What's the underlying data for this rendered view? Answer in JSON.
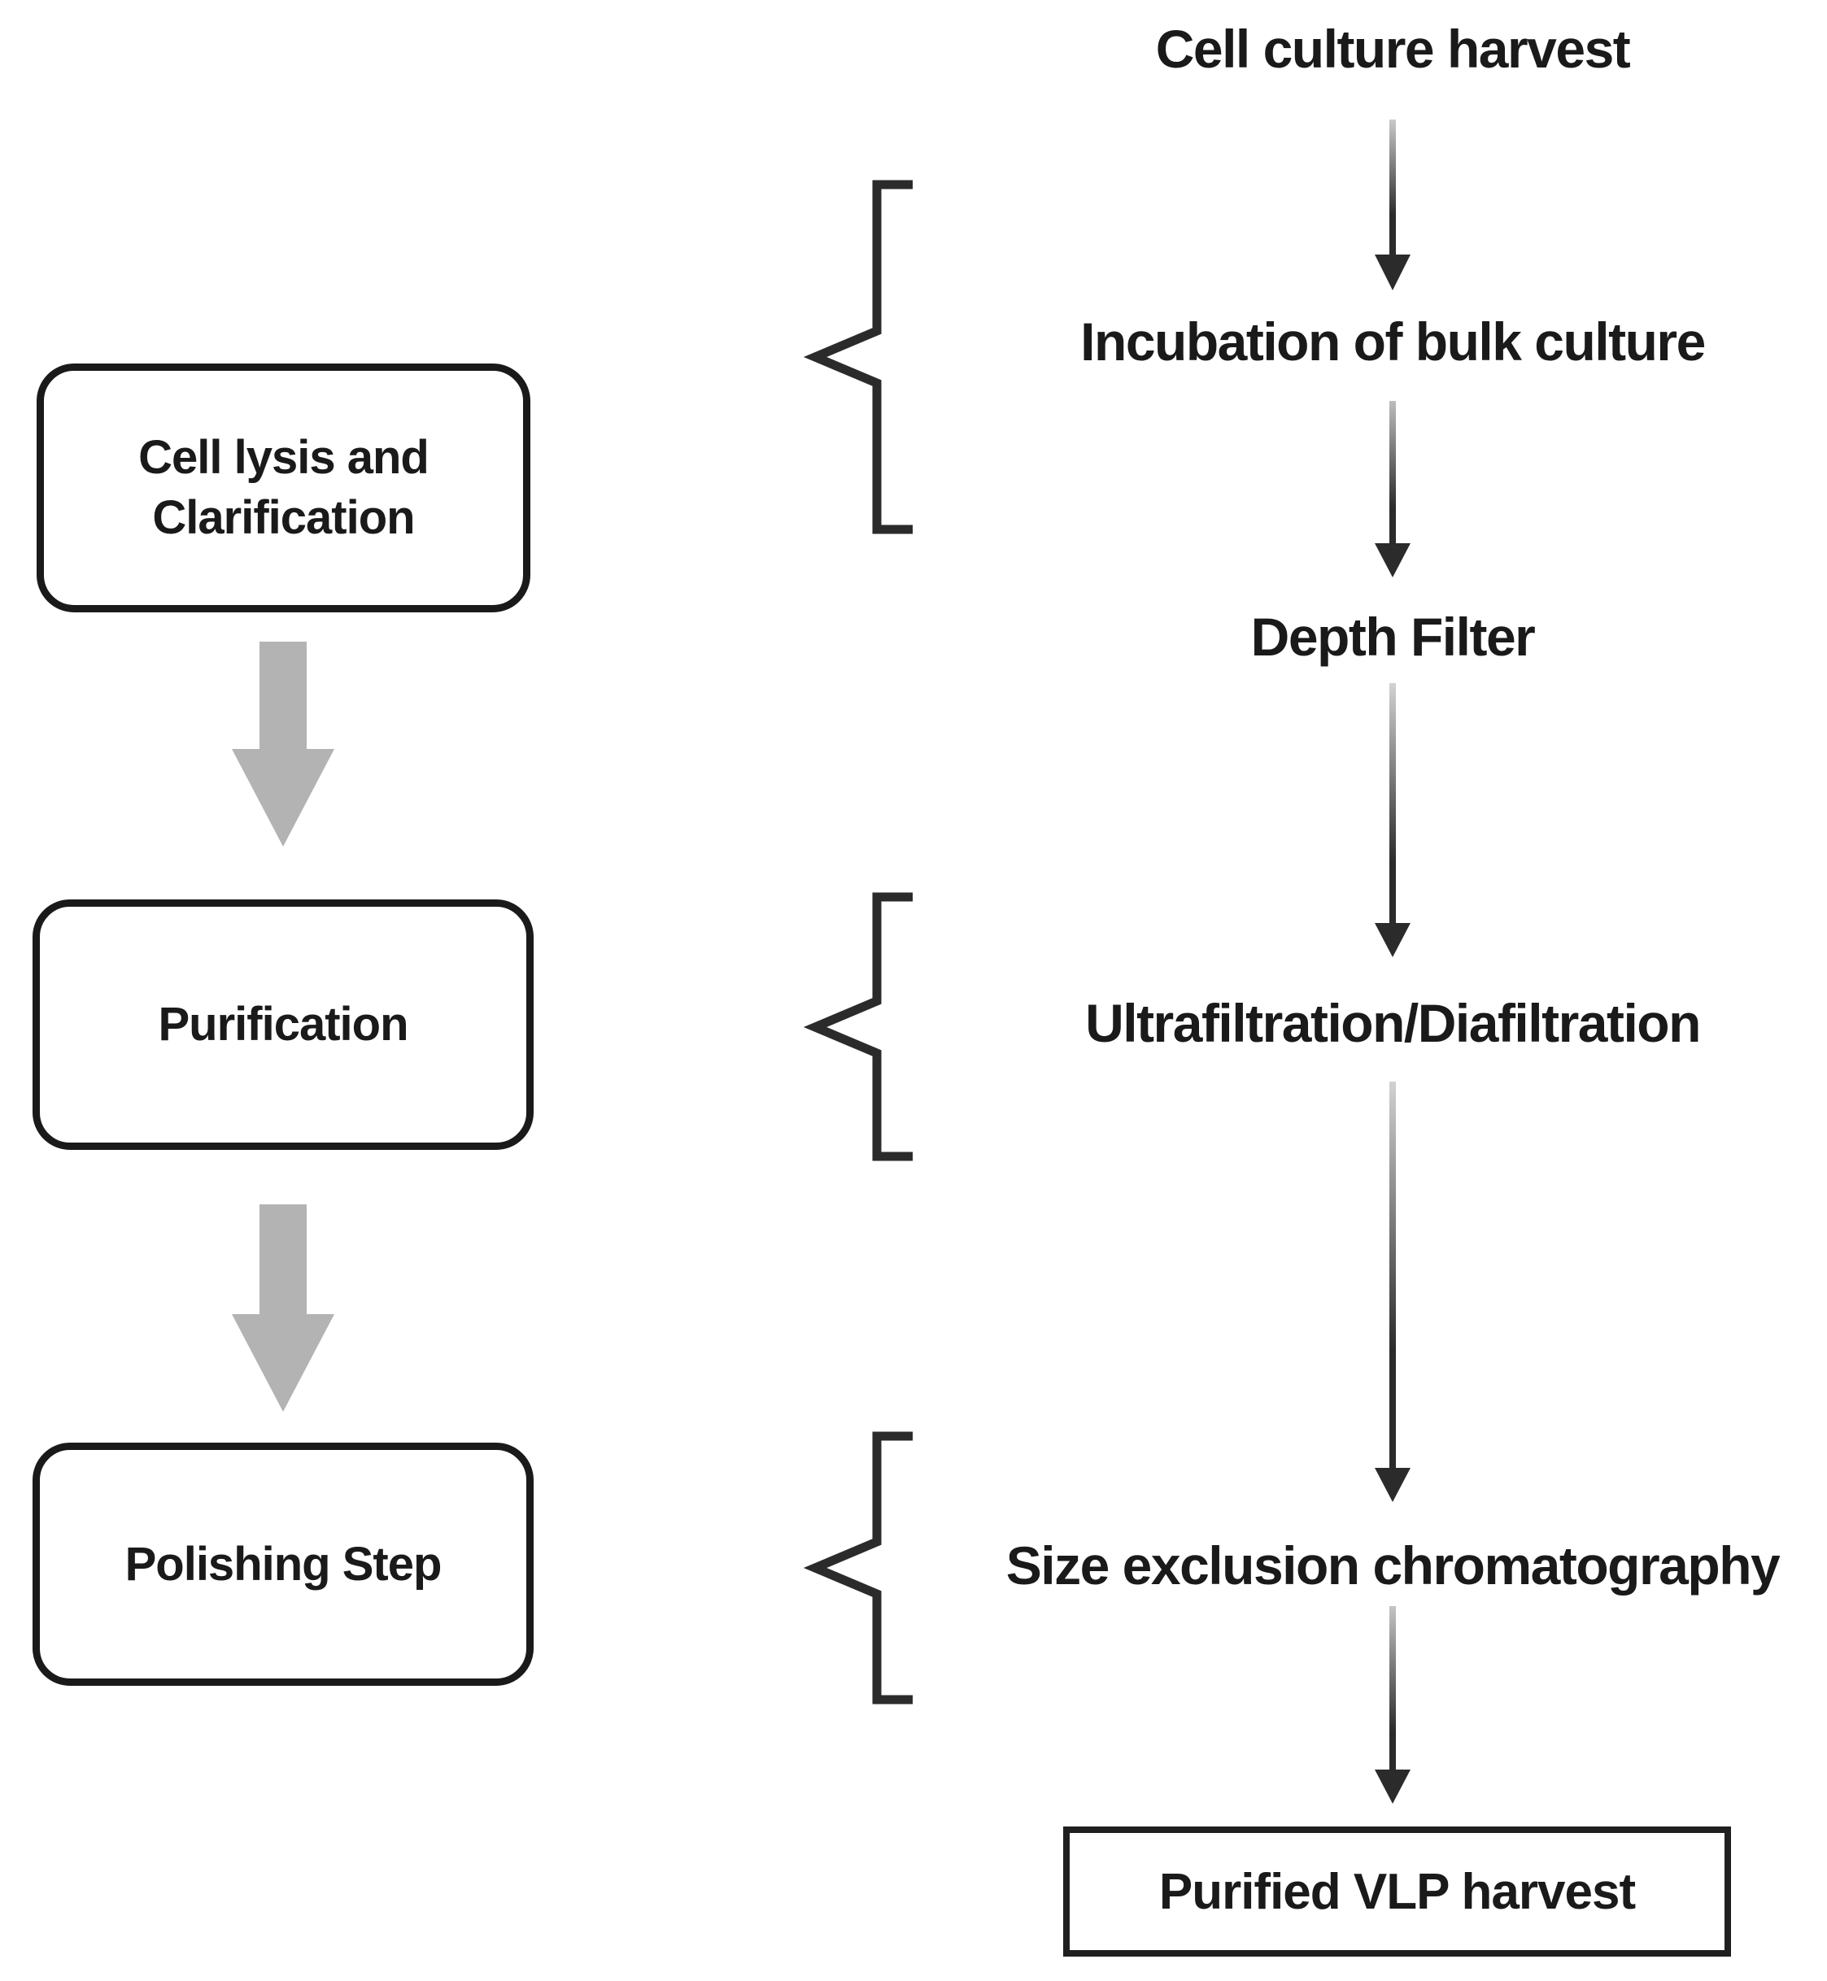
{
  "colors": {
    "text": "#1a1a1a",
    "line": "#2b2b2b",
    "block_arrow_gray": "#b3b3b3",
    "background": "#ffffff"
  },
  "left_column": {
    "boxes": [
      {
        "line1": "Cell lysis and",
        "line2": "Clarification"
      },
      {
        "line1": "Purification",
        "line2": ""
      },
      {
        "line1": "Polishing Step",
        "line2": ""
      }
    ]
  },
  "right_column": {
    "title": "Cell culture harvest",
    "steps": [
      "Incubation of bulk culture",
      "Depth Filter",
      "Ultrafiltration/Diafiltration",
      "Size exclusion chromatography"
    ],
    "result": "Purified VLP harvest"
  }
}
